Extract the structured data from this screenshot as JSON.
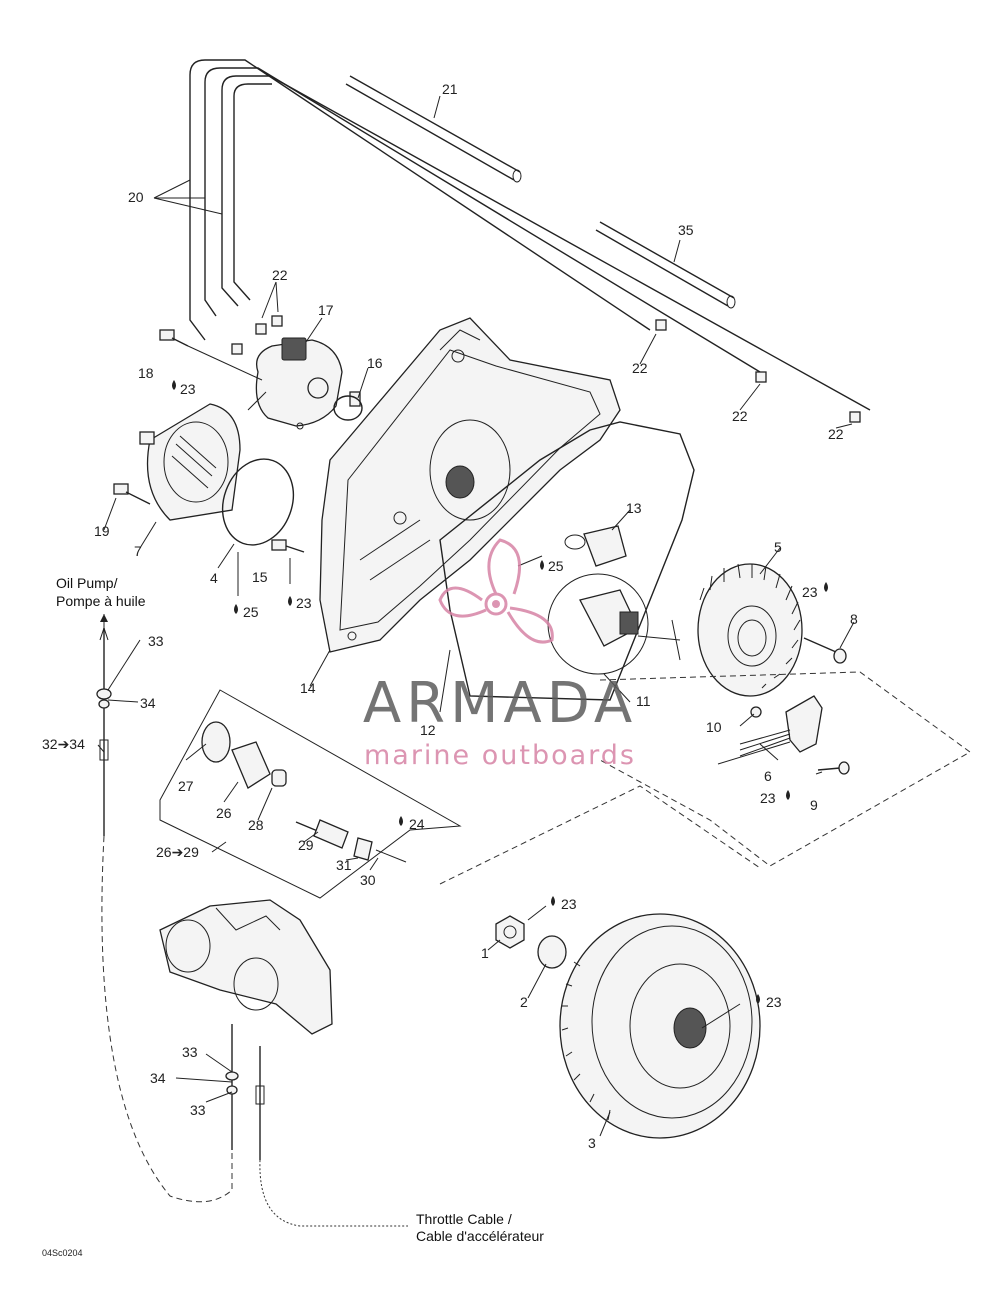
{
  "drawing_code": "04Sc0204",
  "watermark": {
    "name": "ARMADA",
    "tagline": "marine outboards",
    "colors": {
      "name": "#5c5c5c",
      "accent": "#d783a5"
    }
  },
  "captions": {
    "oil_pump_line1": "Oil Pump/",
    "oil_pump_line2": "Pompe à huile",
    "throttle_line1": "Throttle Cable /",
    "throttle_line2": "Cable d'accélérateur"
  },
  "callouts": [
    {
      "id": "c21",
      "text": "21"
    },
    {
      "id": "c20",
      "text": "20"
    },
    {
      "id": "c35",
      "text": "35"
    },
    {
      "id": "c22a",
      "text": "22"
    },
    {
      "id": "c17",
      "text": "17"
    },
    {
      "id": "c18",
      "text": "18"
    },
    {
      "id": "c18l",
      "text": "23"
    },
    {
      "id": "c16",
      "text": "16"
    },
    {
      "id": "c22b",
      "text": "22"
    },
    {
      "id": "c22c",
      "text": "22"
    },
    {
      "id": "c22d",
      "text": "22"
    },
    {
      "id": "c19",
      "text": "19"
    },
    {
      "id": "c7",
      "text": "7"
    },
    {
      "id": "c13",
      "text": "13"
    },
    {
      "id": "c5",
      "text": "5"
    },
    {
      "id": "c23a",
      "text": "23"
    },
    {
      "id": "c8",
      "text": "8"
    },
    {
      "id": "c25a",
      "text": "25"
    },
    {
      "id": "c4",
      "text": "4"
    },
    {
      "id": "c15",
      "text": "15"
    },
    {
      "id": "c23b",
      "text": "23"
    },
    {
      "id": "c25b",
      "text": "25"
    },
    {
      "id": "c33a",
      "text": "33"
    },
    {
      "id": "c34a",
      "text": "34"
    },
    {
      "id": "c3234",
      "text": "32➔34"
    },
    {
      "id": "c14",
      "text": "14"
    },
    {
      "id": "c11",
      "text": "11"
    },
    {
      "id": "c12",
      "text": "12"
    },
    {
      "id": "c10",
      "text": "10"
    },
    {
      "id": "c6",
      "text": "6"
    },
    {
      "id": "c23c",
      "text": "23"
    },
    {
      "id": "c9",
      "text": "9"
    },
    {
      "id": "c27",
      "text": "27"
    },
    {
      "id": "c26",
      "text": "26"
    },
    {
      "id": "c28",
      "text": "28"
    },
    {
      "id": "c29",
      "text": "29"
    },
    {
      "id": "c24",
      "text": "24"
    },
    {
      "id": "c31",
      "text": "31"
    },
    {
      "id": "c30",
      "text": "30"
    },
    {
      "id": "c2629",
      "text": "26➔29"
    },
    {
      "id": "c23d",
      "text": "23"
    },
    {
      "id": "c1",
      "text": "1"
    },
    {
      "id": "c2",
      "text": "2"
    },
    {
      "id": "c23e",
      "text": "23"
    },
    {
      "id": "c3",
      "text": "3"
    },
    {
      "id": "c33b",
      "text": "33"
    },
    {
      "id": "c34b",
      "text": "34"
    },
    {
      "id": "c33c",
      "text": "33"
    }
  ]
}
